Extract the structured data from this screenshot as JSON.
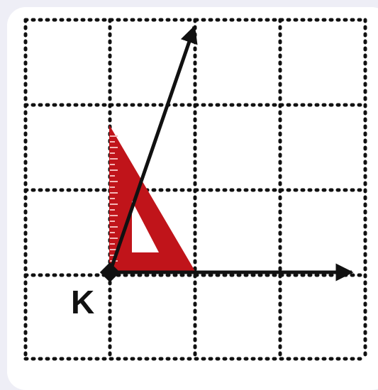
{
  "diagram": {
    "vertex_label": "K",
    "grid": {
      "columns": 4,
      "rows": 4,
      "line_style": "dotted"
    },
    "colors": {
      "background": "#eeeef6",
      "card": "#ffffff",
      "grid": "#111111",
      "rays": "#111111",
      "set_square": "#c0141a",
      "ruler_marks": "#f4b6b6"
    },
    "objects": [
      "ray-horizontal",
      "ray-oblique",
      "set-square-tool",
      "vertex-point"
    ]
  }
}
